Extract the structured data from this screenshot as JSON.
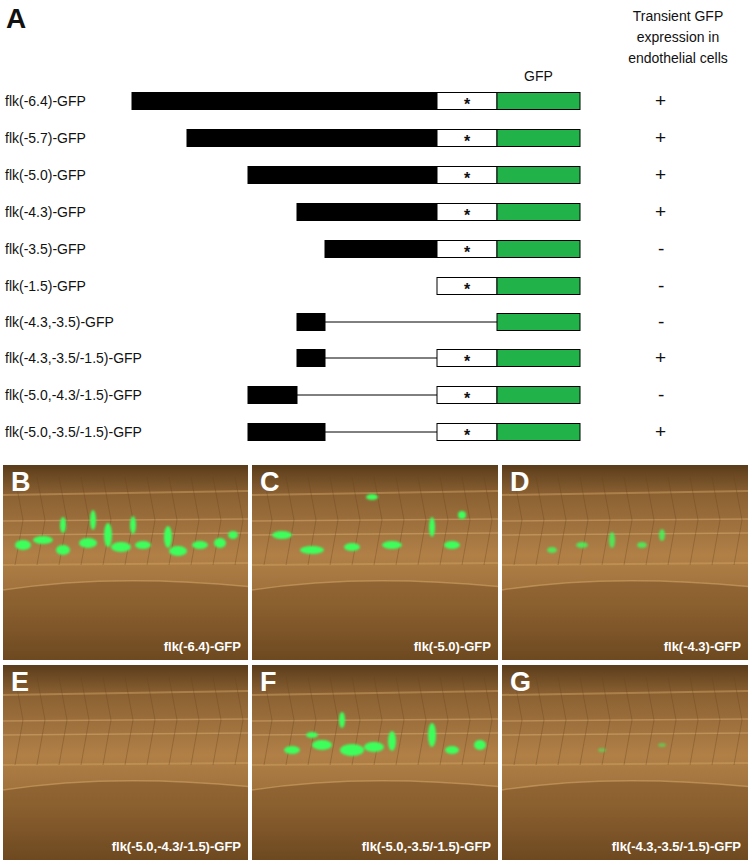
{
  "diagram": {
    "nodes": [
      {
        "text": [
          "B",
          "flk(-6.4)-GFP"
        ]
      },
      {
        "text": [
          "C",
          "flk(-5.0)-GFP"
        ]
      },
      {
        "text": [
          "D",
          "flk(-4.3)-GFP"
        ]
      },
      {
        "text": [
          "E",
          "flk(-5.0,-4.3/-1.5)-GFP"
        ]
      },
      {
        "text": [
          "F",
          "flk(-5.0,-3.5/-1.5)-GFP"
        ]
      },
      {
        "text": [
          "G",
          "flk(-4.3,-3.5/-1.5)-GFP"
        ]
      }
    ],
    "labels": [
      "A",
      "GFP",
      "Transient GFP expression in endothelial cells",
      "flk(-6.4)-GFP",
      "*",
      "+",
      "flk(-5.7)-GFP",
      "*",
      "+",
      "flk(-5.0)-GFP",
      "*",
      "+",
      "flk(-4.3)-GFP",
      "*",
      "+",
      "flk(-3.5)-GFP",
      "*",
      "-",
      "flk(-1.5)-GFP",
      "*",
      "-",
      "flk(-4.3,-3.5)-GFP",
      "-",
      "flk(-4.3,-3.5/-1.5)-GFP",
      "*",
      "+",
      "flk(-5.0,-4.3/-1.5)-GFP",
      "*",
      "-",
      "flk(-5.0,-3.5/-1.5)-GFP",
      "*",
      "+"
    ]
  }
}
